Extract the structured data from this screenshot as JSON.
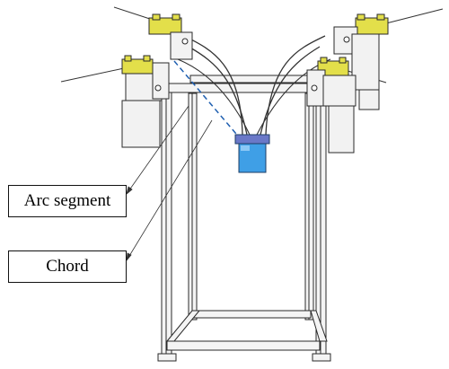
{
  "labels": {
    "arc_segment": "Arc segment",
    "chord": "Chord"
  },
  "colors": {
    "frame_stroke": "#2a2a2a",
    "frame_fill": "#f4f4f4",
    "gripper_yellow": "#e3df4a",
    "end_effector_blue": "#3f9fe6",
    "dashed_line_blue": "#1f5fb0"
  },
  "icons": [
    "cable-robot-frame",
    "winch-unit",
    "end-effector"
  ]
}
